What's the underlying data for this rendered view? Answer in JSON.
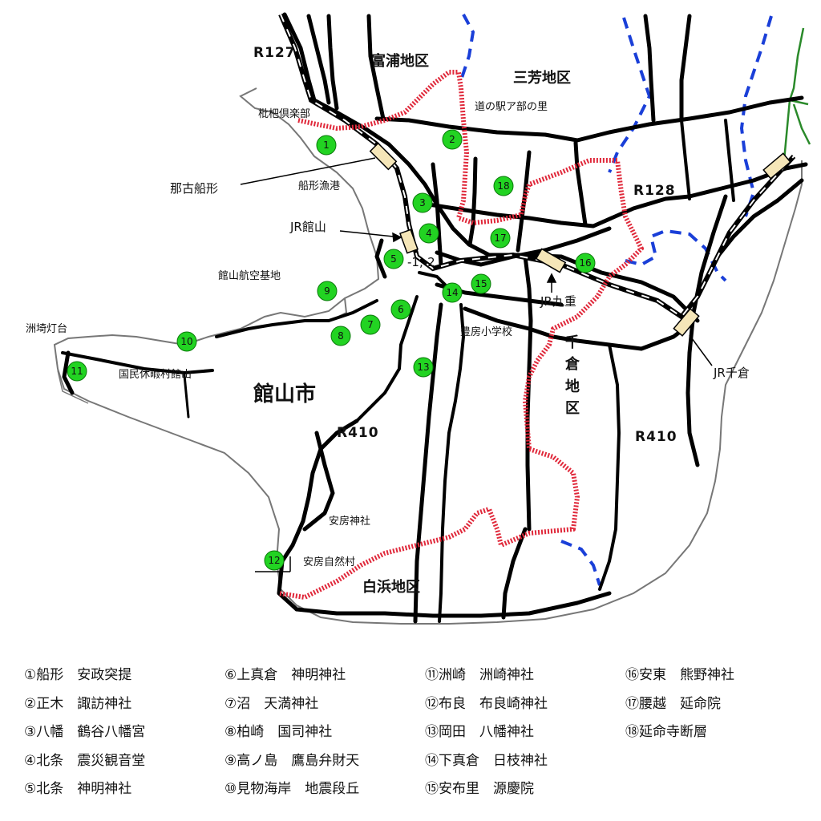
{
  "map": {
    "labels": {
      "r127": "R127",
      "tomiura": "富浦地区",
      "miyoshi": "三芳地区",
      "michinoeki": "道の駅ア部の里",
      "biwa": "枇杷倶楽部",
      "nakofunagata": "那古船形",
      "funagata_port": "船形漁港",
      "r128": "R128",
      "jr_tateyama": "JR館山",
      "marker_pair": "-1,-2",
      "airbase": "館山航空基地",
      "jr_kokonoe": "JR九重",
      "lighthouse": "洲埼灯台",
      "toyofusa_school": "豊房小学校",
      "chikura_1": "千",
      "chikura_2": "倉",
      "chikura_3": "地",
      "chikura_4": "区",
      "jr_chikura": "JR千倉",
      "kyukamura": "国民休暇村館山",
      "city": "館山市",
      "r410_a": "R410",
      "r410_b": "R410",
      "awa_shrine": "安房神社",
      "awa_shizen": "安房自然村",
      "shirahama": "白浜地区"
    },
    "markers": [
      "1",
      "2",
      "3",
      "4",
      "5",
      "6",
      "7",
      "8",
      "9",
      "10",
      "11",
      "12",
      "13",
      "14",
      "15",
      "16",
      "17",
      "18"
    ],
    "colors": {
      "road": "#000000",
      "route": "#e0283a",
      "boundary": "#1a3fd8",
      "marker_fill": "#22d322",
      "station": "#f5e6b8",
      "coast": "#777777",
      "green_line": "#2a8a2a"
    }
  },
  "legend": [
    [
      "①船形　安政突提",
      "②正木　諏訪神社",
      "③八幡　鶴谷八幡宮",
      "④北条　震災観音堂",
      "⑤北条　神明神社"
    ],
    [
      "⑥上真倉　神明神社",
      "⑦沼　天満神社",
      "⑧柏崎　国司神社",
      "⑨高ノ島　鷹島弁財天",
      "⑩見物海岸　地震段丘"
    ],
    [
      "⑪洲崎　洲崎神社",
      "⑫布良　布良崎神社",
      "⑬岡田　八幡神社",
      "⑭下真倉　日枝神社",
      "⑮安布里　源慶院"
    ],
    [
      "⑯安東　熊野神社",
      "⑰腰越　延命院",
      "⑱延命寺断層"
    ]
  ]
}
